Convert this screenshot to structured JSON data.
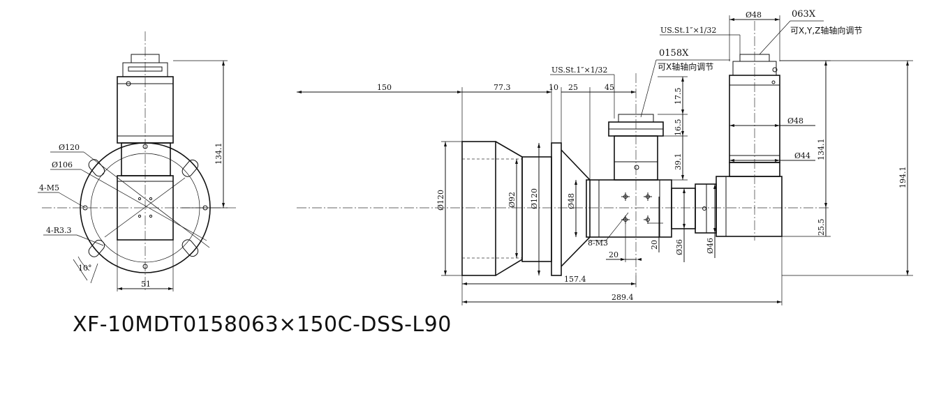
{
  "model": "XF-10MDT0158063×150C-DSS-L90",
  "side_view": {
    "dims": {
      "d120": "Ø120",
      "d106": "Ø106",
      "m5": "4-M5",
      "r33": "4-R3.3",
      "angle": "10°",
      "w51": "51",
      "h134": "134.1"
    }
  },
  "front_view": {
    "dims": {
      "l150": "150",
      "l77": "77.3",
      "l10": "10",
      "l25": "25",
      "l45": "45",
      "v175": "17.5",
      "v165": "16.5",
      "v391": "39.1",
      "d120a": "Ø120",
      "d92": "Ø92",
      "d120b": "Ø120",
      "d48a": "Ø48",
      "m3": "8-M3",
      "s20h": "20",
      "s20v": "20",
      "d36": "Ø36",
      "d46": "Ø46",
      "d48top": "Ø48",
      "d48mid": "Ø48",
      "d44": "Ø44",
      "h1341": "134.1",
      "h1941": "194.1",
      "v255": "25.5",
      "l1574": "157.4",
      "l2894": "289.4"
    },
    "callouts": {
      "thread1": "US.St.1″×1/32",
      "thread2": "US.St.1″×1/32",
      "lens1_code": "0158X",
      "lens1_note": "可X轴轴向调节",
      "lens2_code": "063X",
      "lens2_note": "可X,Y,Z轴轴向调节"
    }
  }
}
